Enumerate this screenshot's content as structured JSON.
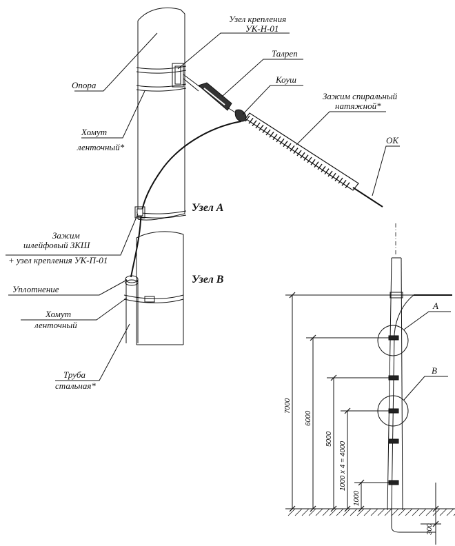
{
  "labels": {
    "opora": "Опора",
    "uzel_krepleniya_1": "Узел крепления",
    "uzel_krepleniya_2": "УК-Н-01",
    "talrep": "Талреп",
    "koush": "Коуш",
    "zazhim_natyazh_1": "Зажим спиральный",
    "zazhim_natyazh_2": "натяжной*",
    "ok": "ОК",
    "khomut1_1": "Хомут",
    "khomut1_2": "ленточный*",
    "zazhim_shleif_1": "Зажим",
    "zazhim_shleif_2": "шлейфовый ЗКШ",
    "zazhim_shleif_3": "+ узел крепления УК-П-01",
    "uplotnenie": "Уплотнение",
    "khomut2_1": "Хомут",
    "khomut2_2": "ленточный",
    "truba_1": "Труба",
    "truba_2": "стальная*",
    "uzel_a": "Узел А",
    "uzel_b": "Узел В",
    "callout_a": "А",
    "callout_b": "В"
  },
  "dimensions": {
    "d7000": "7000",
    "d6000": "6000",
    "d5000": "5000",
    "d4000": "1000 x 4 = 4000",
    "d1000": "1000",
    "d300": "300"
  }
}
